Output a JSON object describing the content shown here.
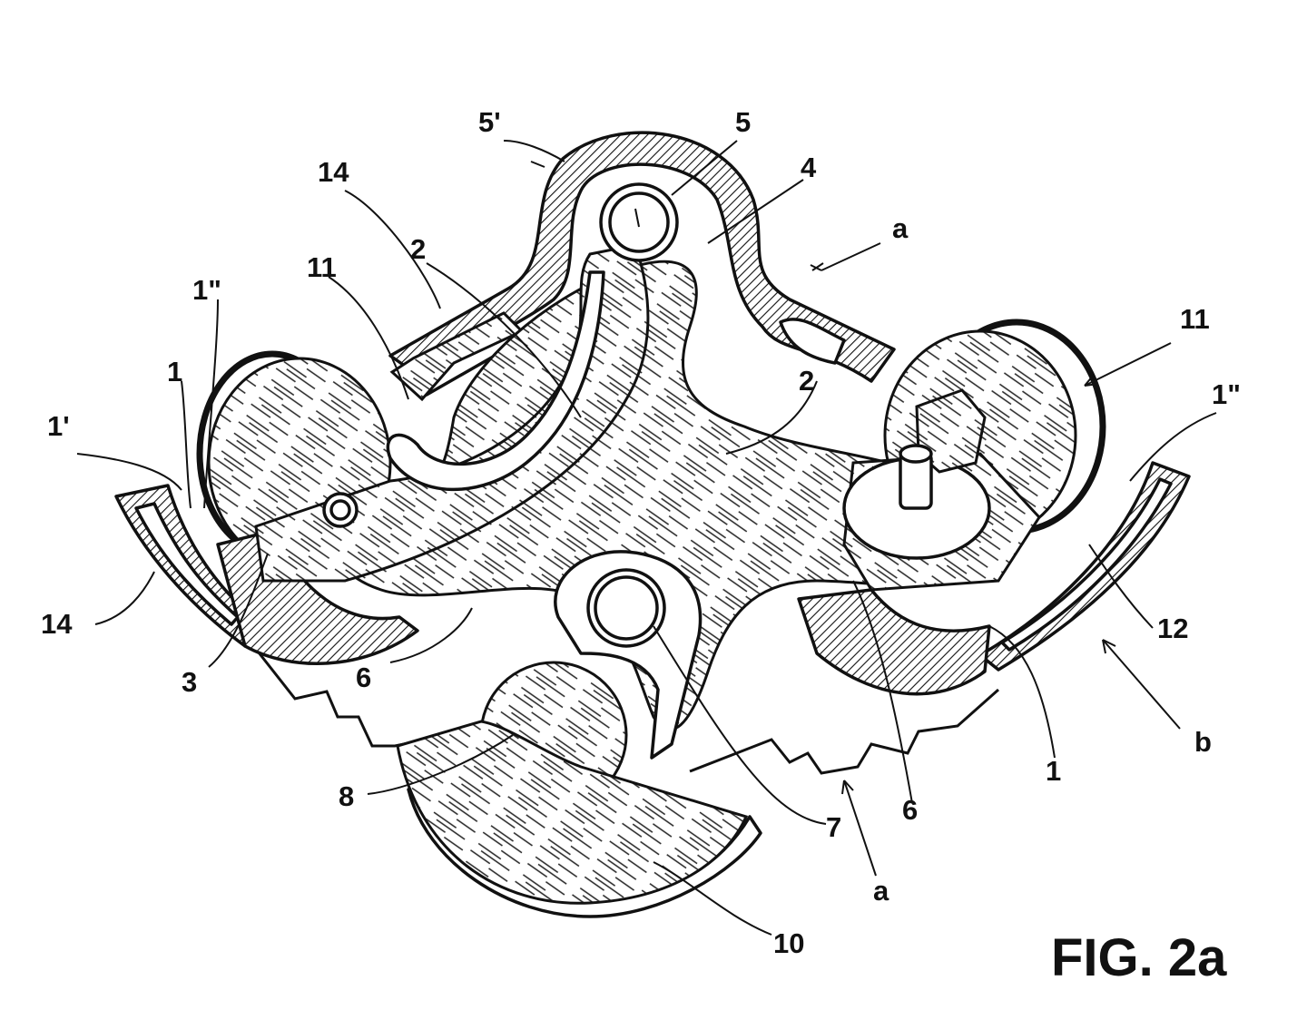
{
  "figure": {
    "title": "FIG. 2a"
  },
  "labels": {
    "l_5prime": "5'",
    "l_5": "5",
    "l_4": "4",
    "l_a_top": "a",
    "l_14_top": "14",
    "l_2_left": "2",
    "l_11_left": "11",
    "l_1dd_left": "1\"",
    "l_1_left": "1",
    "l_1prime": "1'",
    "l_11_right": "11",
    "l_2_right": "2",
    "l_1dd_right": "1\"",
    "l_14_left": "14",
    "l_12": "12",
    "l_3": "3",
    "l_6_left": "6",
    "l_b": "b",
    "l_1_right": "1",
    "l_8": "8",
    "l_7": "7",
    "l_6_right": "6",
    "l_a_bottom": "a",
    "l_10": "10"
  }
}
